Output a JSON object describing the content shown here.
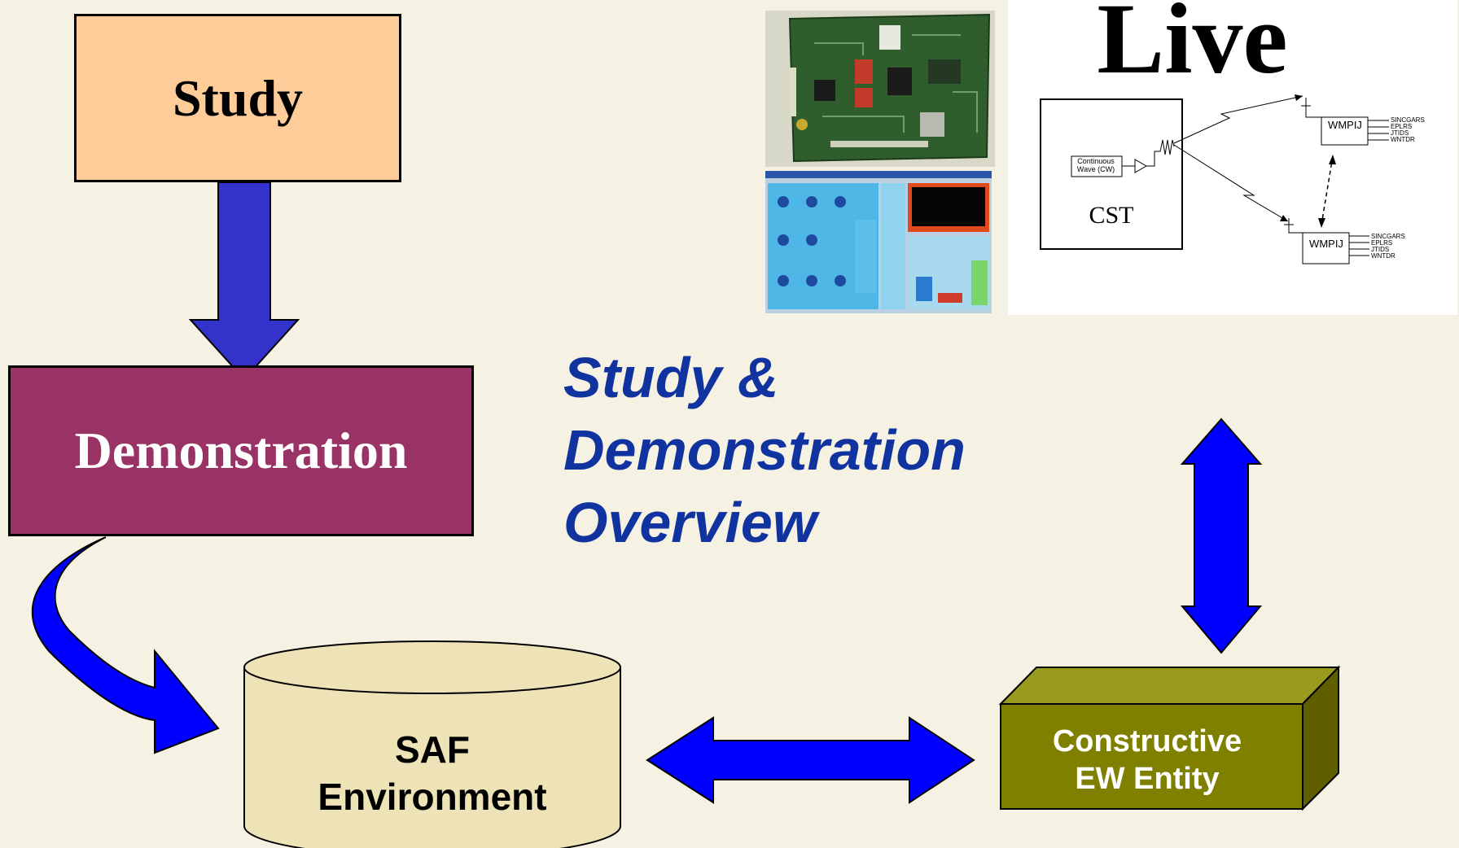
{
  "boxes": {
    "study": "Study",
    "demonstration": "Demonstration"
  },
  "title": {
    "line1": "Study &",
    "line2": "Demonstration",
    "line3": "Overview"
  },
  "saf": {
    "line1": "SAF",
    "line2": "Environment"
  },
  "ew_entity": {
    "line1": "Constructive",
    "line2": "EW Entity"
  },
  "live": {
    "title": "Live",
    "cst": "CST",
    "cw_line1": "Continuous",
    "cw_line2": "Wave (CW)",
    "wmpij_top": "WMPIJ",
    "wmpij_bottom": "WMPIJ",
    "radios": [
      "SINCGARS",
      "EPLRS",
      "JTIDS",
      "WNTDR"
    ]
  },
  "colors": {
    "background": "#f5f1e3",
    "study_box": "#fdcc99",
    "demo_box": "#993366",
    "arrow_blue": "#3333cc",
    "bright_blue": "#0000ff",
    "title_blue": "#1133a0",
    "cylinder": "#eee3b6",
    "ew_box": "#808000"
  }
}
